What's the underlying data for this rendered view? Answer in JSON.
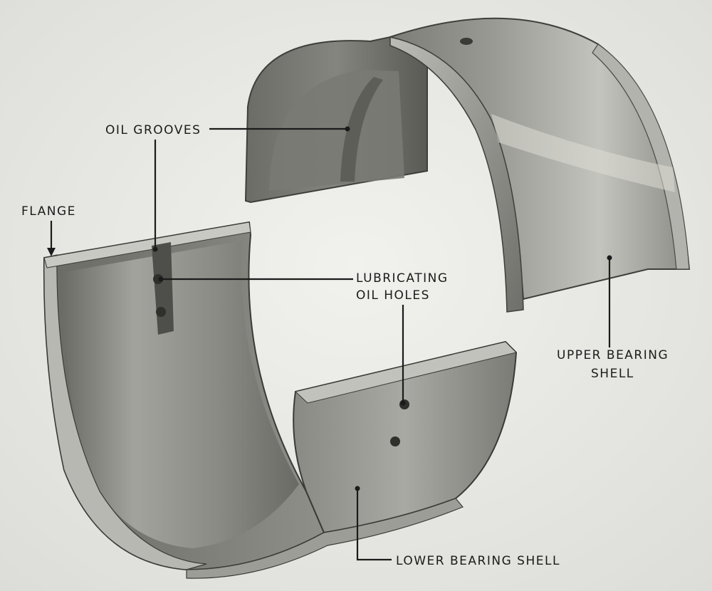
{
  "figure": {
    "labels": {
      "oil_grooves": "OIL GROOVES",
      "flange": "FLANGE",
      "lubricating_line1": "LUBRICATING",
      "lubricating_line2": "OIL HOLES",
      "upper_line1": "UPPER BEARING",
      "upper_line2": "SHELL",
      "lower": "LOWER BEARING SHELL"
    }
  }
}
